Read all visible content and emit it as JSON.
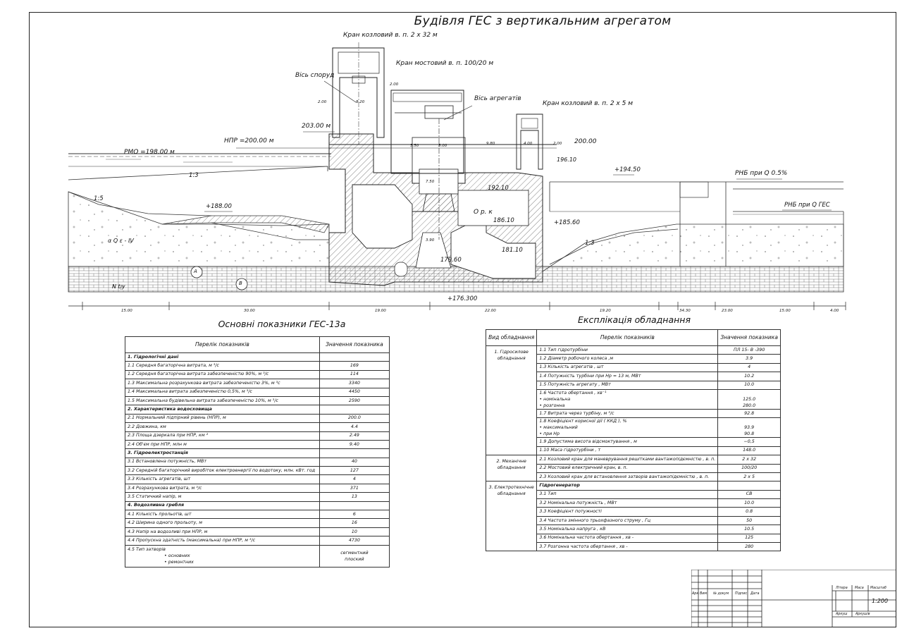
{
  "title": "Будівля ГЕС з вертикальним агрегатом",
  "drawing": {
    "labels": {
      "gantry_crane_big": "Кран козловий в. п. 2 x 32  м",
      "bridge_crane": "Кран мостовий в. п. 100/20 м",
      "axis_structures": "Вісь споруд",
      "axis_units": "Вісь агрегатів",
      "gantry_crane_small": "Кран козловий в. п. 2 x 5  м",
      "rmo": "РМО =198.00  м",
      "npr": "НПР =200.00  м",
      "el_203": "203.00  м",
      "el_200": "200.00",
      "el_196": "196.10",
      "el_194": "+194.50",
      "el_192": "192.10",
      "el_188": "+188.00",
      "el_186": "186.10",
      "el_185": "+185.60",
      "el_181": "181.10",
      "el_179": "179.60",
      "el_176": "+176.300",
      "orp": "О р. к",
      "rnb_05": "РНБ при Q 0.5%",
      "rnb_ges": "РНБ при  Q ГЕС",
      "slope_1": "1:3",
      "slope_2": "1:5",
      "slope_3": "1:3",
      "alpha": "α Q ε - IV",
      "n_ty": "N  tᴉy",
      "point_a": "А",
      "point_b": "В",
      "d_200a": "2.00",
      "d_820": "8.20",
      "d_200b": "2.00",
      "d_550": "5.50",
      "d_500": "5.00",
      "d_980": "9.80",
      "d_400": "4.00",
      "d_200c": "2.00",
      "d_750": "7.50",
      "d_390": "3.90"
    },
    "bottom_dims": [
      "15.00",
      "30.00",
      "19.00",
      "22.00",
      "19.20",
      "34.30",
      "23.00",
      "15.00",
      "4.00"
    ]
  },
  "main_indicators": {
    "title": "Основні показники  ГЕС-13а",
    "header": [
      "Перелік показників",
      "Значення показника"
    ],
    "rows": [
      {
        "label": "1. Гідрологічні дані",
        "value": "",
        "section": true
      },
      {
        "label": "1.1 Середня багаторічна витрата, м ³/с",
        "value": "169"
      },
      {
        "label": "1.2 Середня багаторічна витрата забезпеченістю  90%, м ³/с",
        "value": "114"
      },
      {
        "label": "1.3 Максимальна розрахункова витрата забезпеченістю 3%, м ³с",
        "value": "3340"
      },
      {
        "label": "1.4 Максимальна витрата забезпеченістю 0,5%, м ³/с",
        "value": "4450"
      },
      {
        "label": "1.5 Максимальна будівельна витрата забезпеченістю  10%, м ³/с",
        "value": "2590"
      },
      {
        "label": "2. Характеристика водосховища",
        "value": "",
        "section": true
      },
      {
        "label": "2.1 Нормальний підпірний рівень (НПР), м",
        "value": "200.0"
      },
      {
        "label": "2.2 Довжина, км",
        "value": "4.4"
      },
      {
        "label": "2.3 Площа дзеркала при НПР, км ²",
        "value": "2.49"
      },
      {
        "label": "2.4 Об'єм при НПР, млн м",
        "value": "9.40"
      },
      {
        "label": "3. Гідроелектростанція",
        "value": "",
        "section": true
      },
      {
        "label": "3.1 Встановлена потужність, МВт",
        "value": "40"
      },
      {
        "label": "3.2 Середній багаторічний виробіток електроенергії по водотоку, млн. кВт. год",
        "value": "127"
      },
      {
        "label": "3.3 Кількість агрегатів, шт",
        "value": "4"
      },
      {
        "label": "3.4 Розрахункова витрата, м ³/с",
        "value": "371"
      },
      {
        "label": "3.5 Статичний напір, м",
        "value": "13"
      },
      {
        "label": "4. Водозливна гребля",
        "value": "",
        "section": true
      },
      {
        "label": "4.1 Кількість прольотів, шт",
        "value": "6"
      },
      {
        "label": "4.2 Ширина одного прольоту,  м",
        "value": "16"
      },
      {
        "label": "4.3 Напір на водозливі при НПР, м",
        "value": "10"
      },
      {
        "label": "4.4 Пропускна здатність (максимальна) при НПР, м ³/с",
        "value": "4730"
      }
    ],
    "gates": {
      "label": "4.5 Тип затворів",
      "main": "• основних",
      "repair": "• ремонтних",
      "main_value": "сегментний",
      "repair_value": "плоский"
    }
  },
  "equipment": {
    "title": "Експлікація обладнання",
    "header": [
      "Вид обладнання",
      "Перелік показників",
      "Значення показника"
    ],
    "groups": [
      {
        "name": "1. Гідросилове обладнання",
        "rows": [
          {
            "label": "1.1  Тип гідротурбіни",
            "value": "ПЛ 15- В -390"
          },
          {
            "label": "1.2  Діаметр робочого колеса ,м",
            "value": "3.9"
          },
          {
            "label": "1.3  Кількість агрегатів , шт",
            "value": "4"
          },
          {
            "label": "1.4  Потужність турбіни при  Нр = 13  м, МВт",
            "value": "10.2"
          },
          {
            "label": "1.5  Потужність агрегату , МВт",
            "value": "10.0"
          },
          {
            "label": "1.6  Частота обертання , хв⁻¹",
            "sub": [
              "• номінальна",
              "• розгонна"
            ],
            "values": [
              "125.0",
              "280.0"
            ]
          },
          {
            "label": "1.7  Витрата через турбіну,  м ³/с",
            "value": "92.8"
          },
          {
            "label": "1.8  Коефіцієнт корисної дії  ( ККД ), %",
            "sub": [
              "• максимальний",
              "• при Нр"
            ],
            "values": [
              "93.9",
              "90.8"
            ]
          },
          {
            "label": "1.9  Допустима висота відсмоктування , м",
            "value": "−0,5"
          },
          {
            "label": "1.10  Маса гідротурбіни , т",
            "value": "148.0"
          }
        ]
      },
      {
        "name": "2. Механічне обладнання",
        "rows": [
          {
            "label": "2.1  Козловий кран для маневрування решітками вантажопідємністю , в. п.",
            "value": "2 x 32"
          },
          {
            "label": "2.2  Мостовий електричний кран,  в. п.",
            "value": "100/20"
          },
          {
            "label": "2.3  Козловий кран для встановлення затворів вантажопідємністю , в. п.",
            "value": "2 x 5"
          }
        ]
      },
      {
        "name": "3. Електротехнічне обладнання",
        "rows": [
          {
            "label": "Гідрогенератор",
            "value": "",
            "section": true
          },
          {
            "label": "3.1  Тип",
            "value": "СВ"
          },
          {
            "label": "3.2  Номінальна потужність , МВт",
            "value": "10.0"
          },
          {
            "label": "3.3  Коефіцієнт потужності",
            "value": "0.8"
          },
          {
            "label": "3.4  Частота змінного трьохфазного струму , Гц",
            "value": "50"
          },
          {
            "label": "3.5  Номінальна напруга , кВ",
            "value": "10.5"
          },
          {
            "label": "3.6  Номінальна частота обертання , хв  -",
            "value": "125"
          },
          {
            "label": "3.7  Розгонна частота обертання , хв  -",
            "value": "280"
          }
        ]
      }
    ]
  },
  "stamp": {
    "cols": [
      "Арк",
      "Вим",
      "№ докум",
      "Підпис",
      "Дата"
    ],
    "litera": "Літера",
    "masa": "Маса",
    "masshtab": "Масштаб",
    "scale": "1:200",
    "arkush": "Аркуш",
    "arkushiv": "Аркушів"
  }
}
